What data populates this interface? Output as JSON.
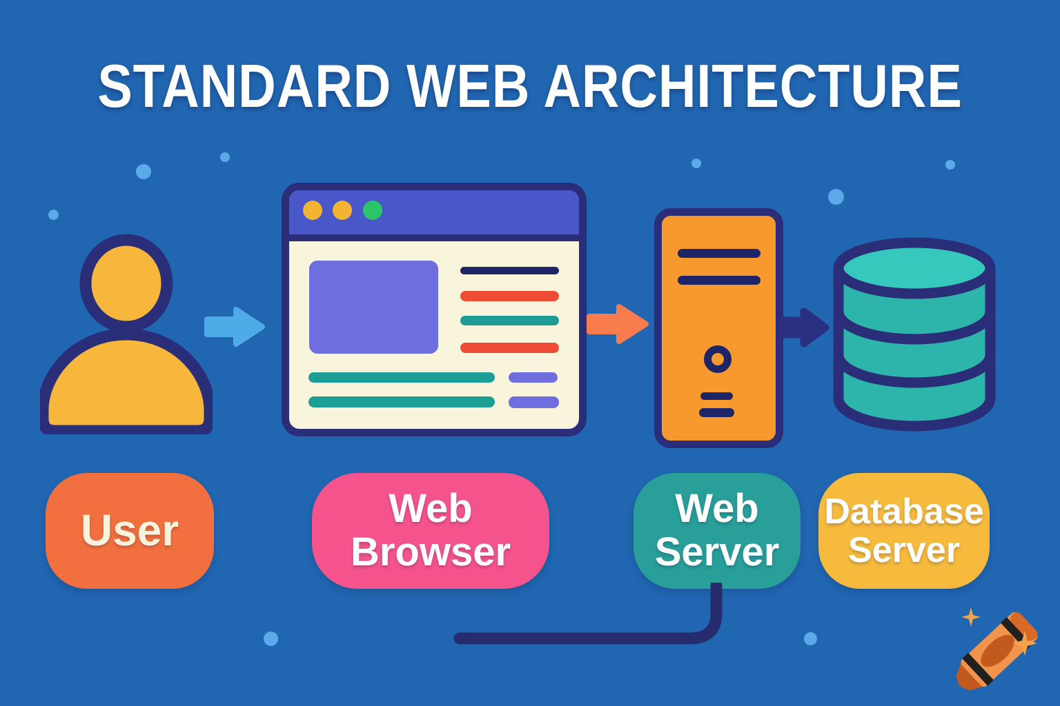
{
  "title": "STANDARD WEB ARCHITECTURE",
  "nodes": [
    {
      "id": "user",
      "label": "User",
      "icon": "user-person-icon",
      "pill_color": "#F2703F"
    },
    {
      "id": "web-browser",
      "label": "Web\nBrowser",
      "icon": "browser-window-icon",
      "pill_color": "#F4548B"
    },
    {
      "id": "web-server",
      "label": "Web\nServer",
      "icon": "server-tower-icon",
      "pill_color": "#289F99"
    },
    {
      "id": "database-server",
      "label": "Database\nServer",
      "icon": "database-cylinder-icon",
      "pill_color": "#F6BA3D"
    }
  ],
  "arrows": [
    {
      "from": "user",
      "to": "web-browser",
      "color": "#4FABE8"
    },
    {
      "from": "web-browser",
      "to": "web-server",
      "color": "#F87C4D"
    },
    {
      "from": "web-server",
      "to": "database-server",
      "color": "#2A2F80"
    }
  ],
  "return_line": {
    "from": "web-server",
    "to": "web-browser",
    "color": "#262C6E"
  },
  "colors": {
    "background": "#2166B1",
    "outline_navy": "#2A2E78",
    "user_yellow": "#F6B73C",
    "browser_topbar_indigo": "#4A57C8",
    "browser_body_cream": "#F9F4DC",
    "accent_purple": "#6E6EDF",
    "content_red": "#EE4C35",
    "content_teal": "#1C9E94",
    "server_orange": "#F8992F",
    "database_teal": "#2DB4AB",
    "database_teal_top": "#36C8BC",
    "dot_light_blue": "#5CA9E9",
    "crayon_orange": "#F0944B"
  },
  "decor": {
    "crayon": "crayon-icon",
    "sparkle_count": 2,
    "background_dot_count": 8
  }
}
